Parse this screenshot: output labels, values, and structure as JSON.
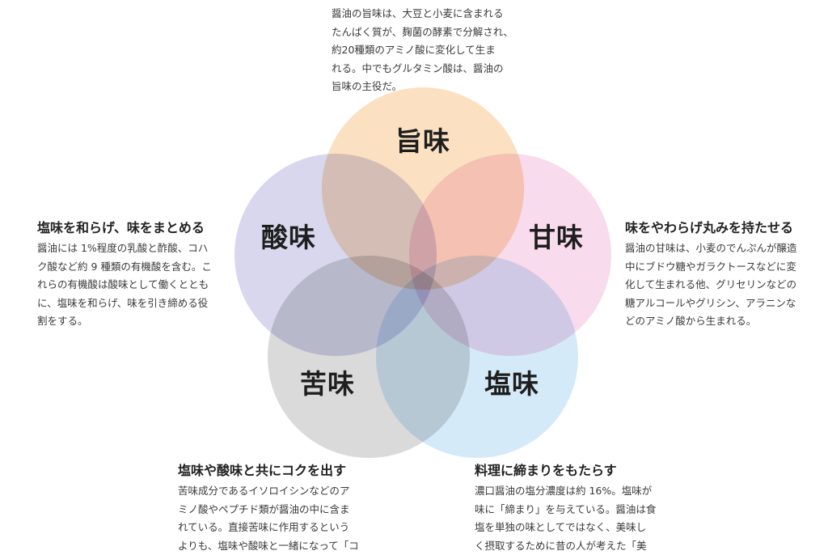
{
  "circles": [
    {
      "label": "旨味",
      "color": "#fbe1c2"
    },
    {
      "label": "酸味",
      "color": "#d8d7ee"
    },
    {
      "label": "甘味",
      "color": "#f8dbec"
    },
    {
      "label": "苦味",
      "color": "#dadada"
    },
    {
      "label": "塩味",
      "color": "#d5eaf8"
    }
  ],
  "umami": {
    "lines": [
      "醤油の旨味は、大豆と小麦に含まれる",
      "たんぱく質が、麹菌の酵素で分解され、",
      "約20種類のアミノ酸に変化して生ま",
      "れる。中でもグルタミン酸は、醤油の",
      "旨味の主役だ。"
    ]
  },
  "sour": {
    "heading": "塩味を和らげ、味をまとめる",
    "lines": [
      "醤油には 1%程度の乳酸と酢酸、コハ",
      "ク酸など約 9 種類の有機酸を含む。こ",
      "れらの有機酸は酸味として働くととも",
      "に、塩味を和らげ、味を引き締める役",
      "割をする。"
    ]
  },
  "sweet": {
    "heading": "味をやわらげ丸みを持たせる",
    "lines": [
      "醤油の甘味は、小麦のでんぷんが醸造",
      "中にブドウ糖やガラクトースなどに変",
      "化して生まれる他、グリセリンなどの",
      "糖アルコールやグリシン、アラニンな",
      "どのアミノ酸から生まれる。"
    ]
  },
  "bitter": {
    "heading": "塩味や酸味と共にコクを出す",
    "lines": [
      "苦味成分であるイソロイシンなどのア",
      "ミノ酸やペプチド類が醤油の中に含ま",
      "れている。直接苦味に作用するという",
      "よりも、塩味や酸味と一緒になって「コ"
    ]
  },
  "salty": {
    "heading": "料理に締まりをもたらす",
    "lines": [
      "濃口醤油の塩分濃度は約 16%。塩味が",
      "味に「締まり」を与えている。醤油は食",
      "塩を単独の味としてではなく、美味し",
      "く摂取するために昔の人が考えた「美"
    ]
  }
}
